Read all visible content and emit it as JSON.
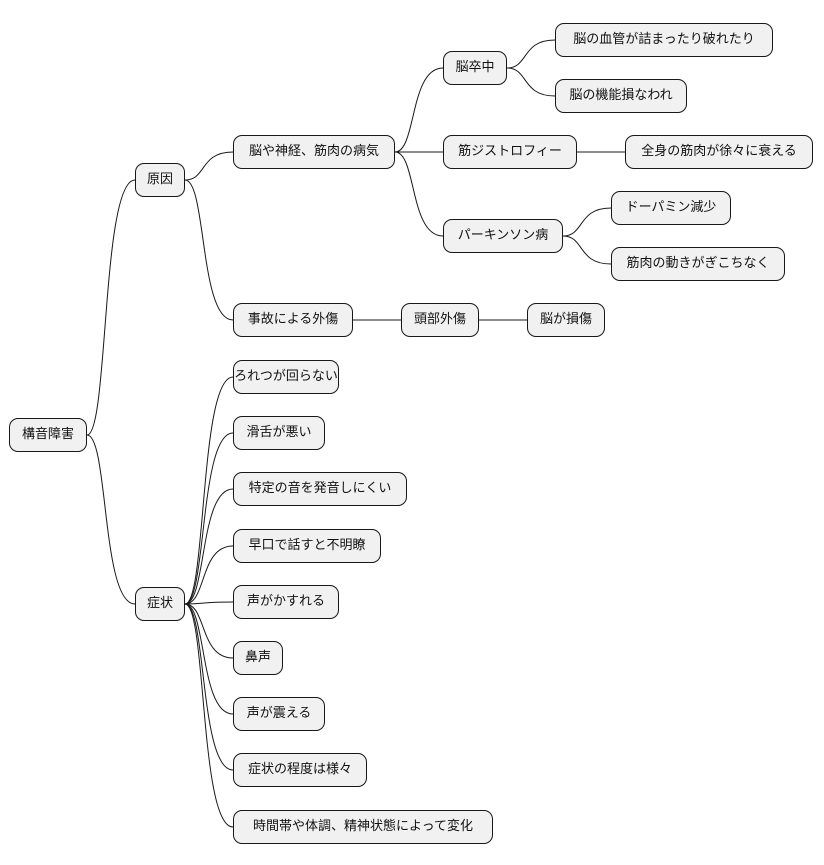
{
  "mindmap": {
    "root": "構音障害",
    "cause": {
      "label": "原因",
      "brain_disease": {
        "label": "脳や神経、筋肉の病気",
        "stroke": {
          "label": "脳卒中",
          "children": [
            "脳の血管が詰まったり破れたり",
            "脳の機能損なわれ"
          ]
        },
        "dystrophy": {
          "label": "筋ジストロフィー",
          "children": [
            "全身の筋肉が徐々に衰える"
          ]
        },
        "parkinson": {
          "label": "パーキンソン病",
          "children": [
            "ドーパミン減少",
            "筋肉の動きがぎこちなく"
          ]
        }
      },
      "accident": {
        "label": "事故による外傷",
        "head": {
          "label": "頭部外傷",
          "children": [
            "脳が損傷"
          ]
        }
      }
    },
    "symptoms": {
      "label": "症状",
      "children": [
        "ろれつが回らない",
        "滑舌が悪い",
        "特定の音を発音しにくい",
        "早口で話すと不明瞭",
        "声がかすれる",
        "鼻声",
        "声が震える",
        "症状の程度は様々",
        "時間帯や体調、精神状態によって変化"
      ]
    }
  }
}
